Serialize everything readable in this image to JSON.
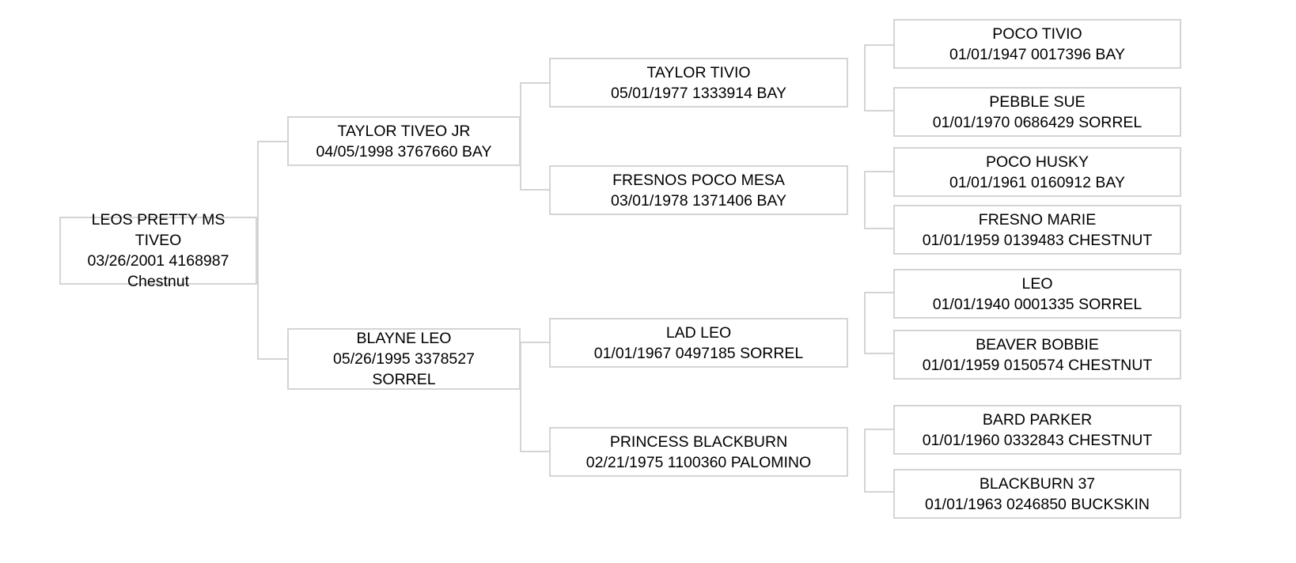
{
  "chart_type": "pedigree-tree",
  "title": "",
  "colors": {
    "box_border": "#d4d4d4",
    "connector": "#d4d4d4",
    "background": "#ffffff",
    "text": "#000000"
  },
  "nodes": {
    "root": {
      "name": "LEOS PRETTY MS TIVEO",
      "line1": "LEOS PRETTY MS",
      "line2": "TIVEO",
      "line3": "03/26/2001 4168987",
      "line4": "Chestnut",
      "birth_date": "03/26/2001",
      "registration": "4168987",
      "color": "Chestnut",
      "generation": 0
    },
    "sire": {
      "name": "TAYLOR TIVEO JR",
      "line1": "TAYLOR TIVEO JR",
      "line2": "04/05/1998 3767660 BAY",
      "birth_date": "04/05/1998",
      "registration": "3767660",
      "color": "BAY",
      "generation": 1
    },
    "dam": {
      "name": "BLAYNE LEO",
      "line1": "BLAYNE LEO",
      "line2": "05/26/1995 3378527",
      "line3": "SORREL",
      "birth_date": "05/26/1995",
      "registration": "3378527",
      "color": "SORREL",
      "generation": 1
    },
    "sire_sire": {
      "name": "TAYLOR TIVIO",
      "line1": "TAYLOR TIVIO",
      "line2": "05/01/1977 1333914 BAY",
      "birth_date": "05/01/1977",
      "registration": "1333914",
      "color": "BAY",
      "generation": 2
    },
    "sire_dam": {
      "name": "FRESNOS POCO MESA",
      "line1": "FRESNOS POCO MESA",
      "line2": "03/01/1978 1371406 BAY",
      "birth_date": "03/01/1978",
      "registration": "1371406",
      "color": "BAY",
      "generation": 2
    },
    "dam_sire": {
      "name": "LAD LEO",
      "line1": "LAD LEO",
      "line2": "01/01/1967 0497185 SORREL",
      "birth_date": "01/01/1967",
      "registration": "0497185",
      "color": "SORREL",
      "generation": 2
    },
    "dam_dam": {
      "name": "PRINCESS BLACKBURN",
      "line1": "PRINCESS BLACKBURN",
      "line2": "02/21/1975 1100360 PALOMINO",
      "birth_date": "02/21/1975",
      "registration": "1100360",
      "color": "PALOMINO",
      "generation": 2
    },
    "ss_sire": {
      "name": "POCO TIVIO",
      "line1": "POCO TIVIO",
      "line2": "01/01/1947 0017396 BAY",
      "birth_date": "01/01/1947",
      "registration": "0017396",
      "color": "BAY",
      "generation": 3
    },
    "ss_dam": {
      "name": "PEBBLE SUE",
      "line1": "PEBBLE SUE",
      "line2": "01/01/1970 0686429 SORREL",
      "birth_date": "01/01/1970",
      "registration": "0686429",
      "color": "SORREL",
      "generation": 3
    },
    "sd_sire": {
      "name": "POCO HUSKY",
      "line1": "POCO HUSKY",
      "line2": "01/01/1961 0160912 BAY",
      "birth_date": "01/01/1961",
      "registration": "0160912",
      "color": "BAY",
      "generation": 3
    },
    "sd_dam": {
      "name": "FRESNO MARIE",
      "line1": "FRESNO MARIE",
      "line2": "01/01/1959 0139483 CHESTNUT",
      "birth_date": "01/01/1959",
      "registration": "0139483",
      "color": "CHESTNUT",
      "generation": 3
    },
    "ds_sire": {
      "name": "LEO",
      "line1": "LEO",
      "line2": "01/01/1940 0001335 SORREL",
      "birth_date": "01/01/1940",
      "registration": "0001335",
      "color": "SORREL",
      "generation": 3
    },
    "ds_dam": {
      "name": "BEAVER BOBBIE",
      "line1": "BEAVER BOBBIE",
      "line2": "01/01/1959 0150574 CHESTNUT",
      "birth_date": "01/01/1959",
      "registration": "0150574",
      "color": "CHESTNUT",
      "generation": 3
    },
    "dd_sire": {
      "name": "BARD PARKER",
      "line1": "BARD PARKER",
      "line2": "01/01/1960 0332843 CHESTNUT",
      "birth_date": "01/01/1960",
      "registration": "0332843",
      "color": "CHESTNUT",
      "generation": 3
    },
    "dd_dam": {
      "name": "BLACKBURN 37",
      "line1": "BLACKBURN 37",
      "line2": "01/01/1963 0246850 BUCKSKIN",
      "birth_date": "01/01/1963",
      "registration": "0246850",
      "color": "BUCKSKIN",
      "generation": 3
    }
  }
}
